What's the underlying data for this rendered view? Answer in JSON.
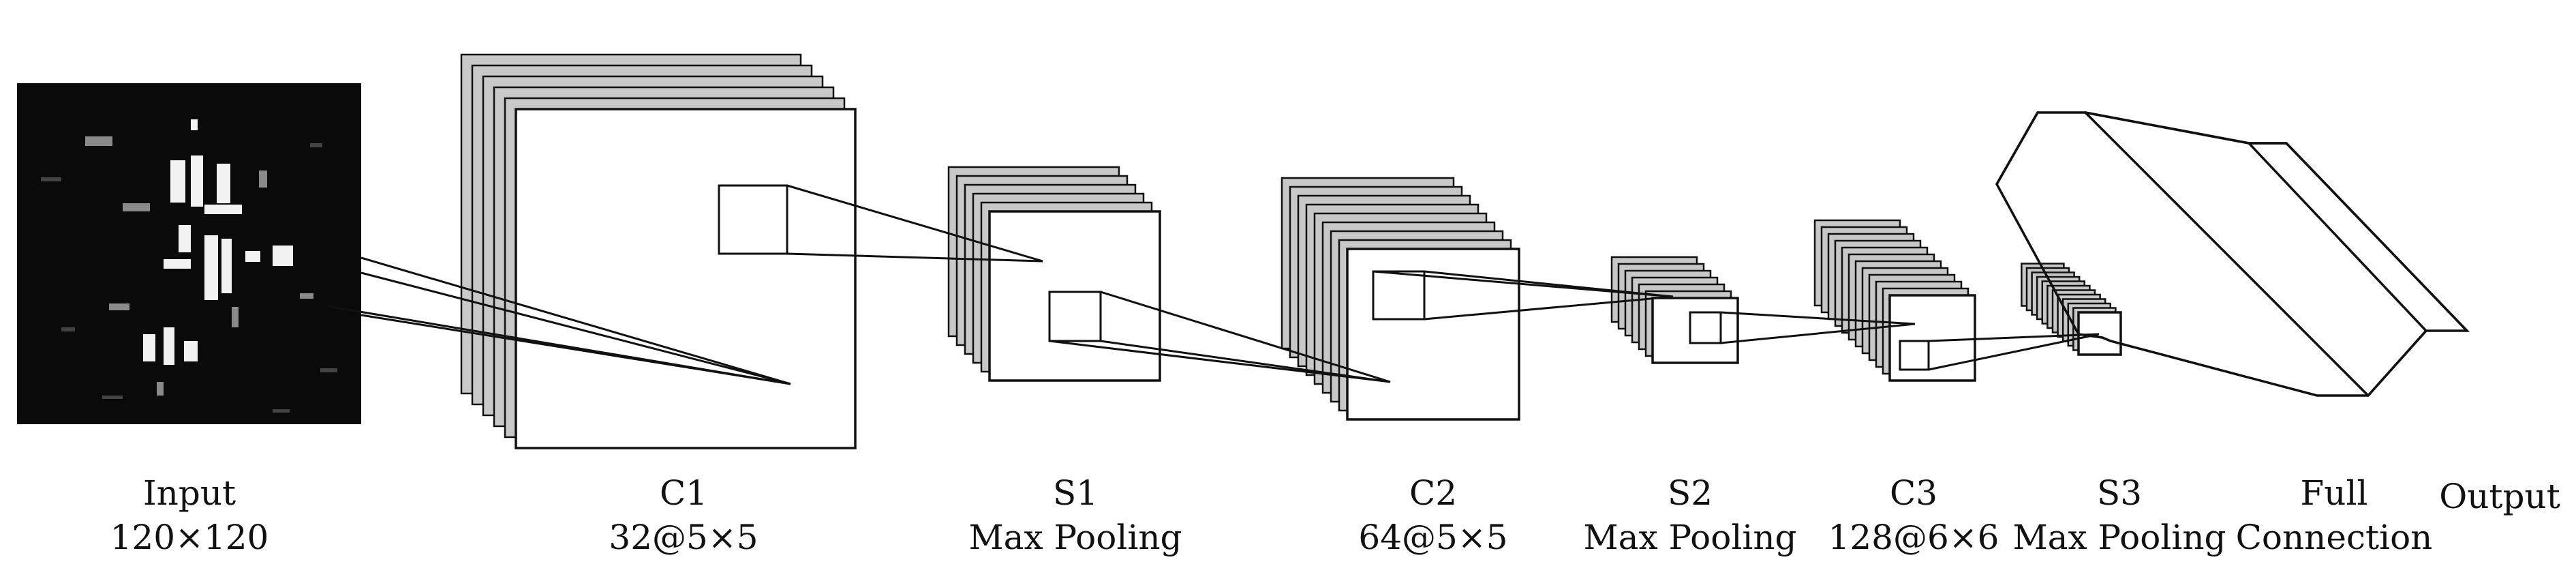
{
  "layers": [
    {
      "id": "input",
      "name": "Input",
      "detail": "120×120"
    },
    {
      "id": "c1",
      "name": "C1",
      "detail": "32@5×5"
    },
    {
      "id": "s1",
      "name": "S1",
      "detail": "Max Pooling"
    },
    {
      "id": "c2",
      "name": "C2",
      "detail": "64@5×5"
    },
    {
      "id": "s2",
      "name": "S2",
      "detail": "Max Pooling"
    },
    {
      "id": "c3",
      "name": "C3",
      "detail": "128@6×6"
    },
    {
      "id": "s3",
      "name": "S3",
      "detail": "Max Pooling"
    },
    {
      "id": "full",
      "name": "Full",
      "detail": "Connection"
    },
    {
      "id": "output",
      "name": "Output",
      "detail": ""
    }
  ],
  "colors": {
    "feature_map_fill": "#c8c8c8",
    "front_map_fill": "#ffffff",
    "stroke": "#111111",
    "input_background": "#0a0a0a",
    "input_highlight": "#f2f2f2"
  }
}
